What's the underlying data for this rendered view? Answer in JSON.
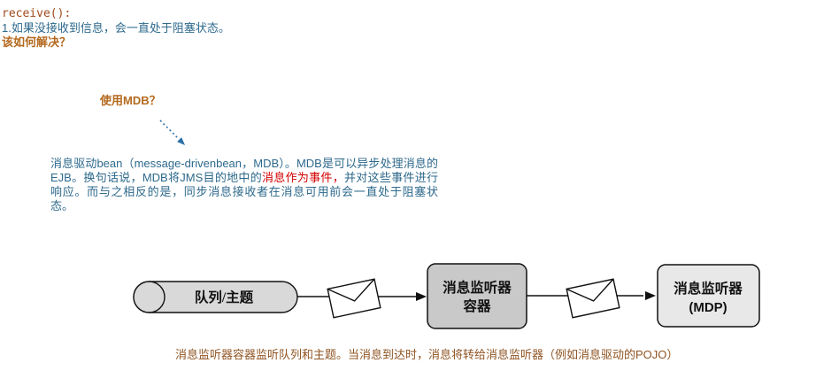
{
  "header": {
    "code_line": "receive():",
    "problem_line": "1.如果没接收到信息，会一直处于阻塞状态。",
    "question_line": "该如何解决？"
  },
  "annotation": {
    "label": "使用MDB？",
    "arrow_icon": "dashed-diagonal-arrow-down-right"
  },
  "paragraph": {
    "before_highlight": "消息驱动bean（message-drivenbean，MDB）。MDB是可以异步处理消息的EJB。换句话说，MDB将JMS目的地中的",
    "highlight": "消息作为事件，",
    "after_highlight": "并对这些事件进行响应。而与之相反的是，同步消息接收者在消息可用前会一直处于阻塞状态。"
  },
  "diagram": {
    "queue": {
      "label": "队列/主题",
      "shape": "cylinder"
    },
    "envelope_icon": "mail-envelope",
    "container": {
      "label_line1": "消息监听器",
      "label_line2": "容器",
      "shape": "rounded-rect"
    },
    "listener": {
      "label_line1": "消息监听器",
      "label_line2": "(MDP)",
      "shape": "rounded-rect"
    },
    "caption": "消息监听器容器监听队列和主题。当消息到达时，消息将转给消息监听器（例如消息驱动的POJO）"
  },
  "colors": {
    "code_brown": "#a04b1e",
    "body_blue": "#2d698c",
    "question_orange": "#b4691e",
    "highlight_red": "#d40000",
    "caption_brown": "#8f5422",
    "arrow_blue": "#2a6fa8",
    "cylinder_fill": "#d9d9d9",
    "container_fill": "#c9c9c9",
    "listener_fill": "#e8e8e8",
    "line_black": "#111111"
  }
}
